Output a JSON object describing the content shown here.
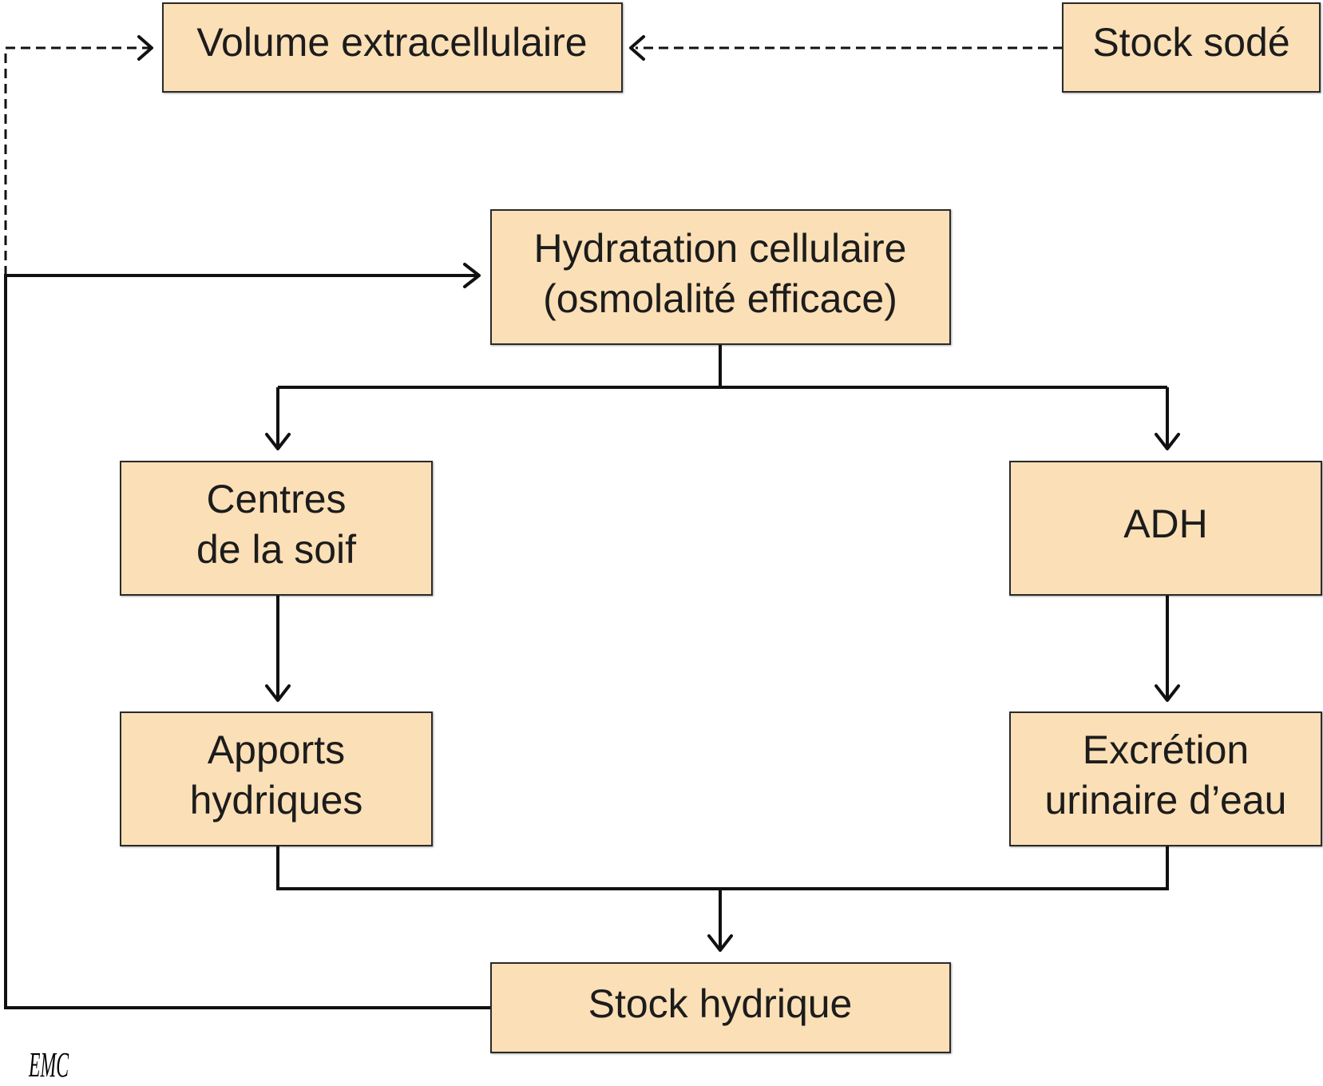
{
  "diagram": {
    "nodes": {
      "volume_extracellulaire": {
        "lines": [
          "Volume extracellulaire"
        ]
      },
      "stock_sode": {
        "lines": [
          "Stock sodé"
        ]
      },
      "hydratation_cellulaire": {
        "lines": [
          "Hydratation cellulaire",
          "(osmolalité efficace)"
        ]
      },
      "centres_soif": {
        "lines": [
          "Centres",
          "de la soif"
        ]
      },
      "adh": {
        "lines": [
          "ADH"
        ]
      },
      "apports_hydriques": {
        "lines": [
          "Apports",
          "hydriques"
        ]
      },
      "excretion_urinaire": {
        "lines": [
          "Excrétion",
          "urinaire d’eau"
        ]
      },
      "stock_hydrique": {
        "lines": [
          "Stock hydrique"
        ]
      }
    },
    "edges": [
      {
        "from": "stock_sode",
        "to": "volume_extracellulaire",
        "style": "dashed"
      },
      {
        "from": "stock_hydrique",
        "to": "volume_extracellulaire",
        "style": "dashed"
      },
      {
        "from": "stock_hydrique",
        "to": "hydratation_cellulaire",
        "style": "solid"
      },
      {
        "from": "hydratation_cellulaire",
        "to": "centres_soif",
        "style": "solid"
      },
      {
        "from": "hydratation_cellulaire",
        "to": "adh",
        "style": "solid"
      },
      {
        "from": "centres_soif",
        "to": "apports_hydriques",
        "style": "solid"
      },
      {
        "from": "adh",
        "to": "excretion_urinaire",
        "style": "solid"
      },
      {
        "from": "apports_hydriques",
        "to": "stock_hydrique",
        "style": "solid"
      },
      {
        "from": "excretion_urinaire",
        "to": "stock_hydrique",
        "style": "solid"
      }
    ],
    "colors": {
      "box_fill": "#fbdfb6",
      "box_stroke": "#2a2a2a",
      "line": "#111111"
    }
  },
  "logo": {
    "text": "EMC"
  }
}
